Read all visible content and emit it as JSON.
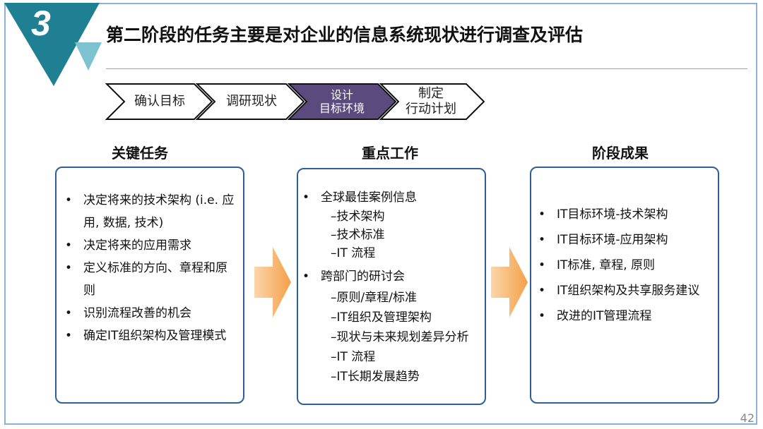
{
  "slide": {
    "number": "3",
    "title": "第二阶段的任务主要是对企业的信息系统现状进行调查及评估",
    "page": "42"
  },
  "steps": [
    {
      "label": "确认目标"
    },
    {
      "label": "调研现状"
    },
    {
      "line1": "设计",
      "line2": "目标环境",
      "active": true
    },
    {
      "line1": "制定",
      "line2": "行动计划"
    }
  ],
  "columns": {
    "key_tasks": {
      "heading": "关键任务",
      "items": [
        "决定将来的技术架构 (i.e. 应",
        "用, 数据, 技术)",
        "决定将来的应用需求",
        "定义标准的方向、章程和原",
        "则",
        "识别流程改善的机会",
        "确定IT组织架构及管理模式"
      ]
    },
    "key_work": {
      "heading": "重点工作",
      "groups": [
        {
          "title": "全球最佳案例信息",
          "subs": [
            "–技术架构",
            "–技术标准",
            "–IT 流程"
          ]
        },
        {
          "title": "跨部门的研讨会",
          "subs": [
            "–原则/章程/标准",
            "–IT组织及管理架构",
            "–现状与未来规划差异分析",
            "–IT 流程",
            "–IT长期发展趋势"
          ]
        }
      ]
    },
    "results": {
      "heading": "阶段成果",
      "items": [
        "IT目标环境-技术架构",
        "IT目标环境-应用架构",
        "IT标准, 章程, 原则",
        "IT组织架构及共享服务建议",
        "改进的IT管理流程"
      ]
    }
  },
  "colors": {
    "corner_dark": "#1f7f93",
    "corner_light": "#7cc3cf",
    "step_active": "#5b4a7e",
    "box_border": "#2f5f9a",
    "arrow": "#f4a04a"
  }
}
